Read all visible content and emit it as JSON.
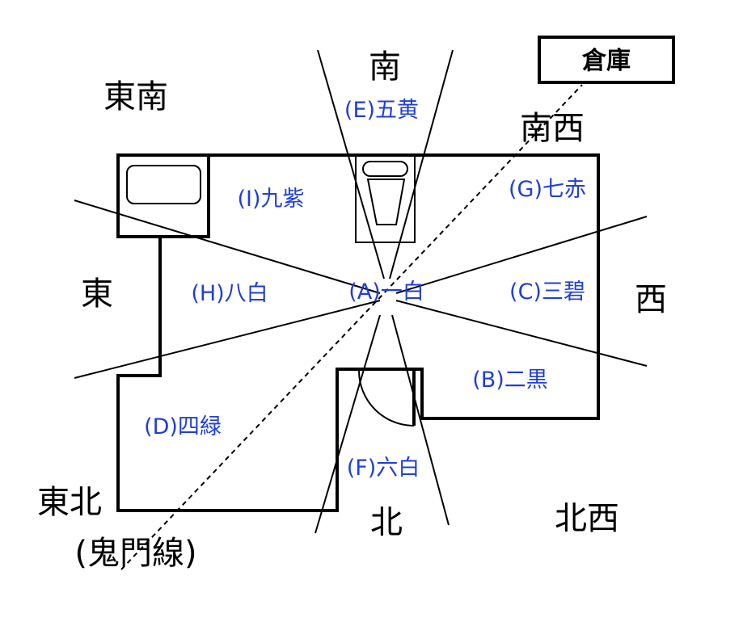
{
  "storage": {
    "label": "倉庫"
  },
  "directions": {
    "south": "南",
    "southeast": "東南",
    "southwest": "南西",
    "east": "東",
    "west": "西",
    "north": "北",
    "northwest": "北西",
    "northeast": "東北",
    "kimon_line": "(鬼門線)"
  },
  "zones": {
    "a": "(A)一白",
    "b": "(B)二黒",
    "c": "(C)三碧",
    "d": "(D)四緑",
    "e": "(E)五黄",
    "f": "(F)六白",
    "g": "(G)七赤",
    "h": "(H)八白",
    "i": "(I)九紫"
  },
  "colors": {
    "zone_text": "#1f3fd6",
    "lines": "#000000"
  }
}
